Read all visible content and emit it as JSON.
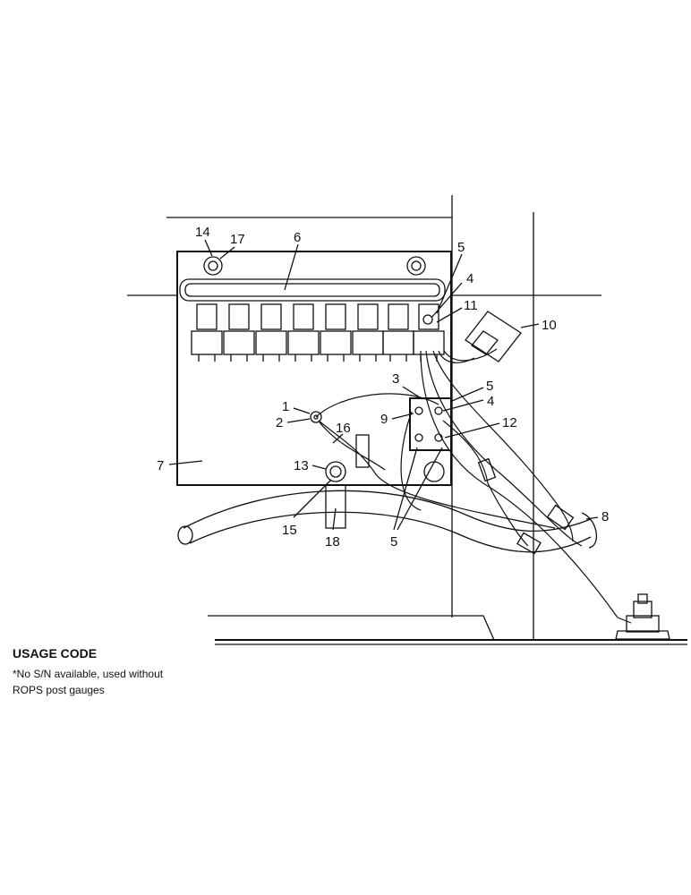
{
  "callouts": [
    {
      "id": "c14",
      "text": "14"
    },
    {
      "id": "c17",
      "text": "17"
    },
    {
      "id": "c6",
      "text": "6"
    },
    {
      "id": "c5a",
      "text": "5"
    },
    {
      "id": "c4a",
      "text": "4"
    },
    {
      "id": "c11",
      "text": "11"
    },
    {
      "id": "c10",
      "text": "10"
    },
    {
      "id": "c3",
      "text": "3"
    },
    {
      "id": "c5b",
      "text": "5"
    },
    {
      "id": "c4b",
      "text": "4"
    },
    {
      "id": "c1",
      "text": "1"
    },
    {
      "id": "c2",
      "text": "2"
    },
    {
      "id": "c9",
      "text": "9"
    },
    {
      "id": "c12",
      "text": "12"
    },
    {
      "id": "c16",
      "text": "16"
    },
    {
      "id": "c7",
      "text": "7"
    },
    {
      "id": "c13",
      "text": "13"
    },
    {
      "id": "c8",
      "text": "8"
    },
    {
      "id": "c15",
      "text": "15"
    },
    {
      "id": "c18",
      "text": "18"
    },
    {
      "id": "c5c",
      "text": "5"
    }
  ],
  "usage": {
    "title": "USAGE CODE",
    "line1": "*No S/N available, used without",
    "line2": "ROPS post gauges"
  }
}
